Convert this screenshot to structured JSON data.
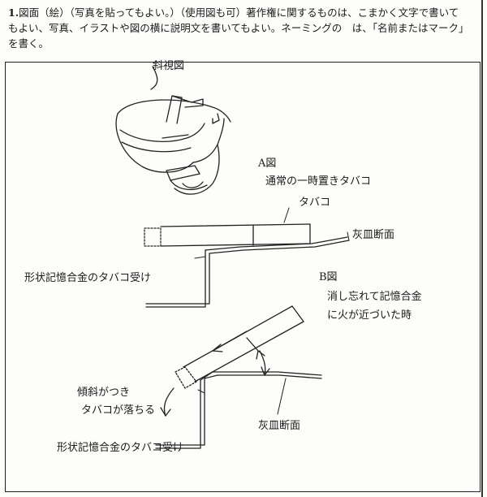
{
  "header": {
    "number": "1.",
    "line1": "図面（絵）（写真を貼ってもよい。）（使用図も可）著作権に関するものは、こまかく文字で書いて",
    "line2": "もよい、写真、イラストや図の横に説明文を書いてもよい。ネーミングの　は、「名前またはマーク」",
    "line3": "を書く。"
  },
  "labels": {
    "oblique_view": "斜視図",
    "fig_a": "A図",
    "fig_a_caption": "通常の一時置きタバコ",
    "cigarette": "タバコ",
    "ashtray_section_top": "灰皿断面",
    "holder_top": "形状記憶合金のタバコ受け",
    "fig_b": "B図",
    "fig_b_caption_1": "消し忘れて記憶合金",
    "fig_b_caption_2": "に火が近づいた時",
    "tilt_1": "傾斜がつき",
    "tilt_2": "タバコが落ちる",
    "ashtray_section_bottom": "灰皿断面",
    "holder_bottom": "形状記憶合金のタバコ受け"
  }
}
